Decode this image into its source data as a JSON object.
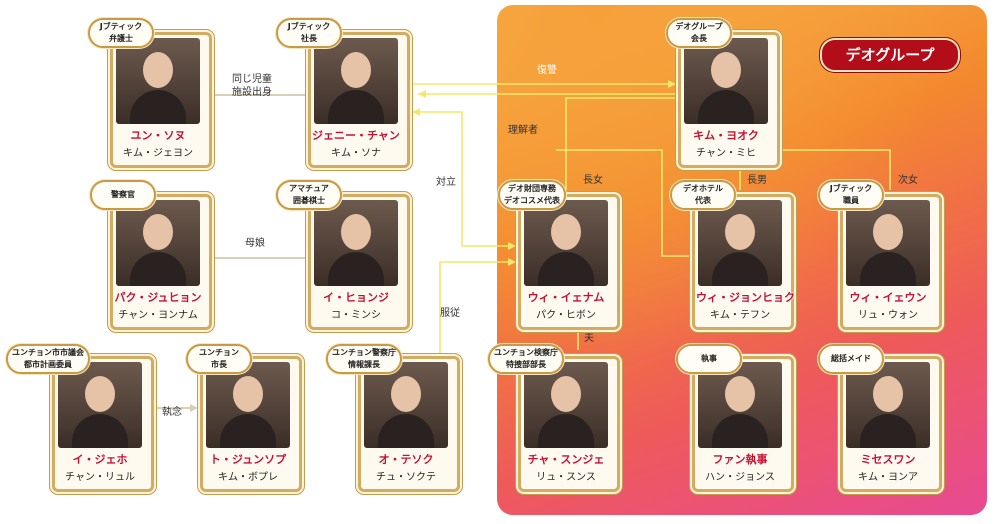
{
  "group": {
    "name": "デオグループ",
    "colors": {
      "panel_from": "#f7b64b",
      "panel_to": "#e84a92",
      "line": "#f2e96a",
      "badge": "#b30d1a"
    }
  },
  "people": [
    {
      "id": "yun",
      "tag": [
        "Jブティック",
        "弁護士"
      ],
      "role": "ユン・ソヌ",
      "actor": "キム・ジェヨン"
    },
    {
      "id": "jenny",
      "tag": [
        "Jブティック",
        "社長"
      ],
      "role": "ジェニー・チャン",
      "actor": "キム・ソナ"
    },
    {
      "id": "kim",
      "tag": [
        "デオグループ",
        "会長"
      ],
      "role": "キム・ヨオク",
      "actor": "チャン・ミヒ"
    },
    {
      "id": "park",
      "tag": [
        "警察官"
      ],
      "role": "パク・ジュヒョン",
      "actor": "チャン・ヨンナム"
    },
    {
      "id": "lee_h",
      "tag": [
        "アマチュア",
        "囲碁棋士"
      ],
      "role": "イ・ヒョンジ",
      "actor": "コ・ミンシ"
    },
    {
      "id": "wi_e",
      "tag": [
        "デオ財団専務",
        "デオコスメ代表"
      ],
      "role": "ウィ・イェナム",
      "actor": "パク・ヒボン"
    },
    {
      "id": "wi_j",
      "tag": [
        "デオホテル",
        "代表"
      ],
      "role": "ウィ・ジョンヒョク",
      "actor": "キム・テフン"
    },
    {
      "id": "wi_y",
      "tag": [
        "Jブティック",
        "職員"
      ],
      "role": "ウィ・イェウン",
      "actor": "リュ・ウォン"
    },
    {
      "id": "lee_j",
      "tag": [
        "ユンチョン市市議会",
        "都市計画委員"
      ],
      "role": "イ・ジェホ",
      "actor": "チャン・リュル"
    },
    {
      "id": "to",
      "tag": [
        "ユンチョン",
        "市長"
      ],
      "role": "ト・ジュンソプ",
      "actor": "キム・ボプレ"
    },
    {
      "id": "oh",
      "tag": [
        "ユンチョン警察庁",
        "情報課長"
      ],
      "role": "オ・テソク",
      "actor": "チュ・ソクテ"
    },
    {
      "id": "cha",
      "tag": [
        "ユンチョン検察庁",
        "特捜部部長"
      ],
      "role": "チャ・スンジェ",
      "actor": "リュ・スンス"
    },
    {
      "id": "fan",
      "tag": [
        "執事"
      ],
      "role": "ファン執事",
      "actor": "ハン・ジョンス"
    },
    {
      "id": "mi",
      "tag": [
        "総括メイド"
      ],
      "role": "ミセスワン",
      "actor": "キム・ヨンア"
    }
  ],
  "relations": {
    "same_facility": [
      "同じ児童",
      "施設出身"
    ],
    "mother_daughter": "母娘",
    "revenge": "復讐",
    "understanding": "理解者",
    "confront": "対立",
    "eldest_daughter": "長女",
    "eldest_son": "長男",
    "second_daughter": "次女",
    "husband": "夫",
    "obsession": "執念",
    "follow": "服従"
  }
}
